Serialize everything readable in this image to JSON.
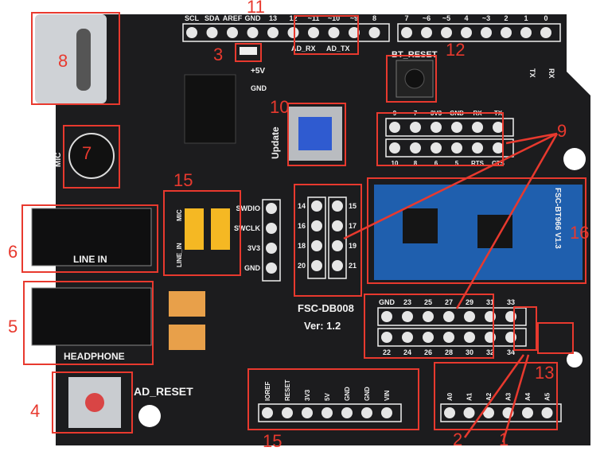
{
  "board": {
    "name": "FSC-DB008",
    "version": "Ver: 1.2",
    "module_name": "FSC-BT966 V1.3",
    "colors": {
      "pcb": "#1c1c1e",
      "module": "#1f5fae",
      "annotation": "#e8392e",
      "jumper": "#f5b823",
      "capacitor": "#e8a04a"
    },
    "labels": {
      "line_in": "LINE IN",
      "headphone": "HEADPHONE",
      "ad_reset": "AD_RESET",
      "mic": "MIC",
      "update": "Update",
      "bt_reset": "BT_RESET",
      "ad_rx": "AD_RX",
      "ad_tx": "AD_TX",
      "plus5v": "+5V",
      "gnd": "GND",
      "tx": "TX",
      "rx": "RX",
      "jumper_mic": "MIC",
      "jumper_line_in": "LINE_IN"
    },
    "headers": {
      "digital_left": [
        "SCL",
        "SDA",
        "AREF",
        "GND",
        "13",
        "12",
        "~11",
        "~10",
        "~9",
        "8"
      ],
      "digital_right": [
        "7",
        "~6",
        "~5",
        "4",
        "~3",
        "2",
        "1",
        "0"
      ],
      "swd": [
        "SWDIO",
        "SWCLK",
        "3V3",
        "GND"
      ],
      "mid_left": [
        "14",
        "16",
        "18",
        "20"
      ],
      "mid_right": [
        "15",
        "17",
        "19",
        "21"
      ],
      "bt_top": [
        "9",
        "7",
        "3V3",
        "GND",
        "RX",
        "TX"
      ],
      "bt_bottom": [
        "10",
        "8",
        "6",
        "5",
        "RTS",
        "CTS"
      ],
      "ext_top": [
        "GND",
        "23",
        "25",
        "27",
        "29",
        "31",
        "33"
      ],
      "ext_bottom": [
        "22",
        "24",
        "26",
        "28",
        "30",
        "32",
        "34"
      ],
      "power": [
        "IOREF",
        "RESET",
        "3V3",
        "5V",
        "GND",
        "GND",
        "VIN"
      ],
      "analog": [
        "A0",
        "A1",
        "A2",
        "A3",
        "A4",
        "A5"
      ]
    }
  },
  "callouts": [
    "1",
    "2",
    "3",
    "4",
    "5",
    "6",
    "7",
    "8",
    "9",
    "10",
    "11",
    "12",
    "13",
    "15",
    "15",
    "16"
  ]
}
